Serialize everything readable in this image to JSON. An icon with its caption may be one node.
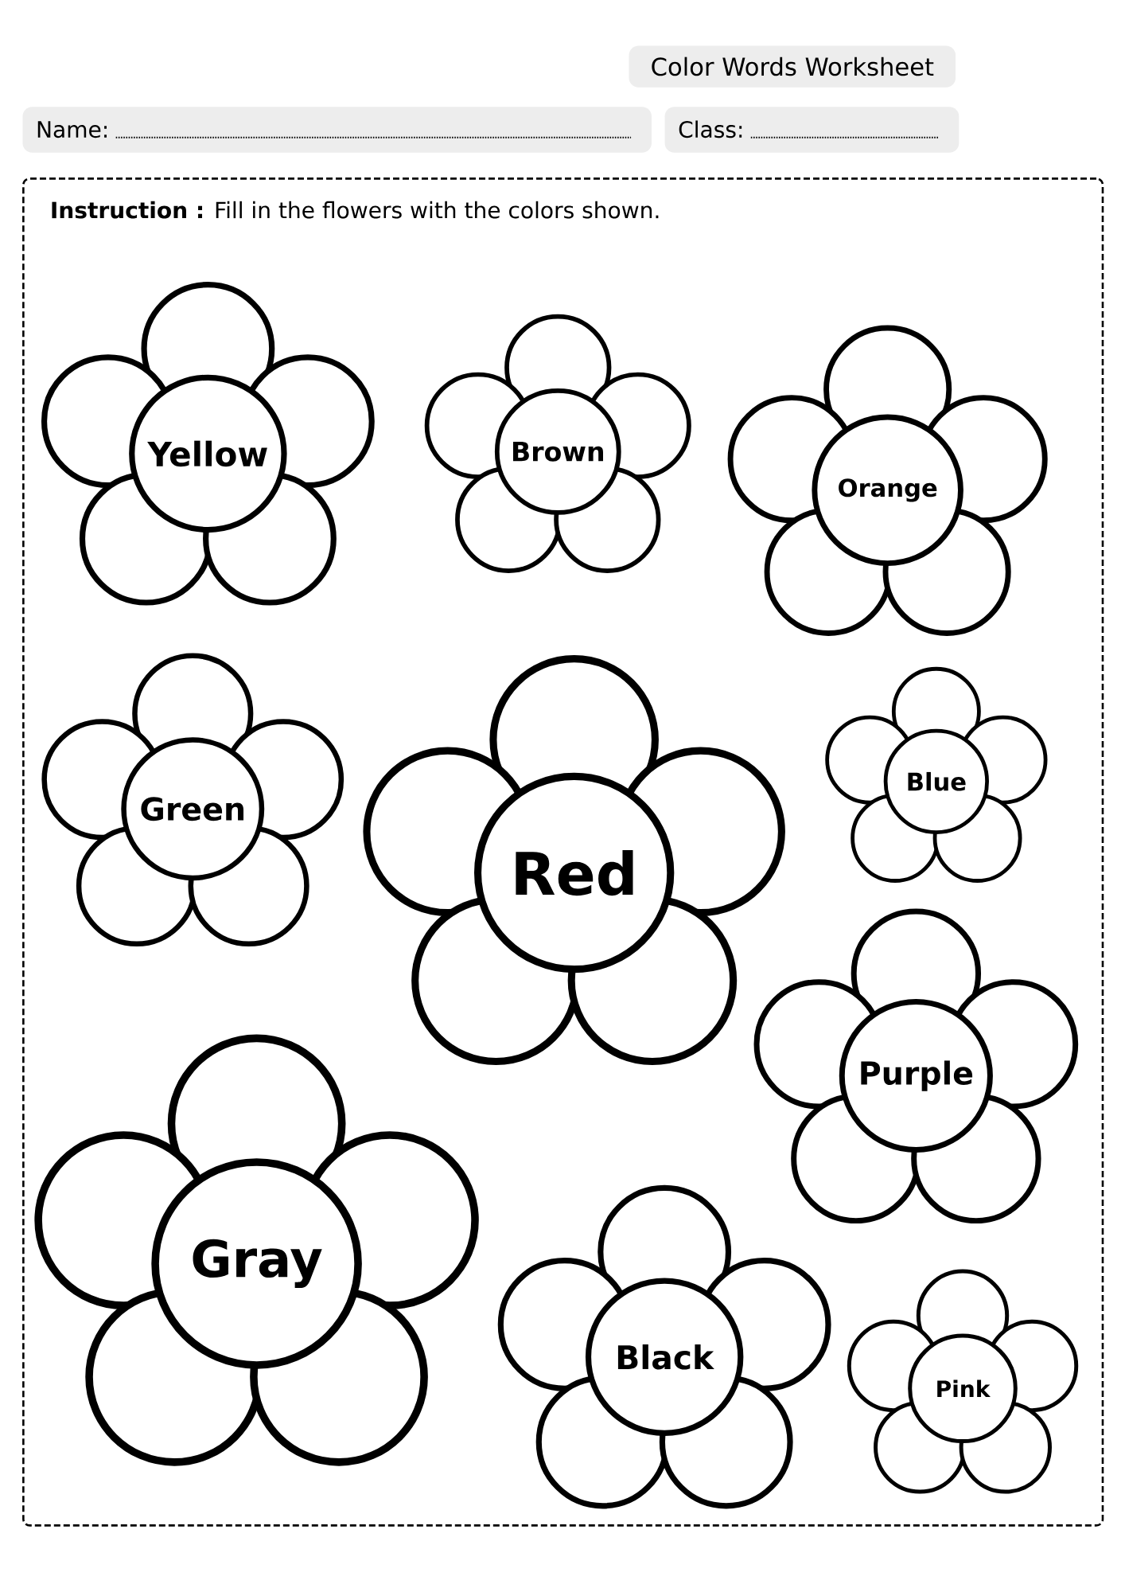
{
  "diagram": {
    "nodes": [
      {
        "text": [
          "Color Words Worksheet"
        ]
      },
      {
        "text": [
          "Name:"
        ]
      },
      {
        "text": [
          "Class:"
        ]
      },
      {
        "text": [
          "**Instruction :** Fill in the flowers with the colors shown."
        ]
      },
      {
        "text": [
          "Yellow"
        ],
        "in": 3
      },
      {
        "text": [
          "Brown"
        ],
        "in": 3
      },
      {
        "text": [
          "Orange"
        ],
        "in": 3
      },
      {
        "text": [
          "Green"
        ],
        "in": 3
      },
      {
        "text": [
          "Red"
        ],
        "in": 3
      },
      {
        "text": [
          "Blue"
        ],
        "in": 3
      },
      {
        "text": [
          "Purple"
        ],
        "in": 3
      },
      {
        "text": [
          "Gray"
        ],
        "in": 3
      },
      {
        "text": [
          "Black"
        ],
        "in": 3
      },
      {
        "text": [
          "Pink"
        ],
        "in": 3
      }
    ]
  }
}
